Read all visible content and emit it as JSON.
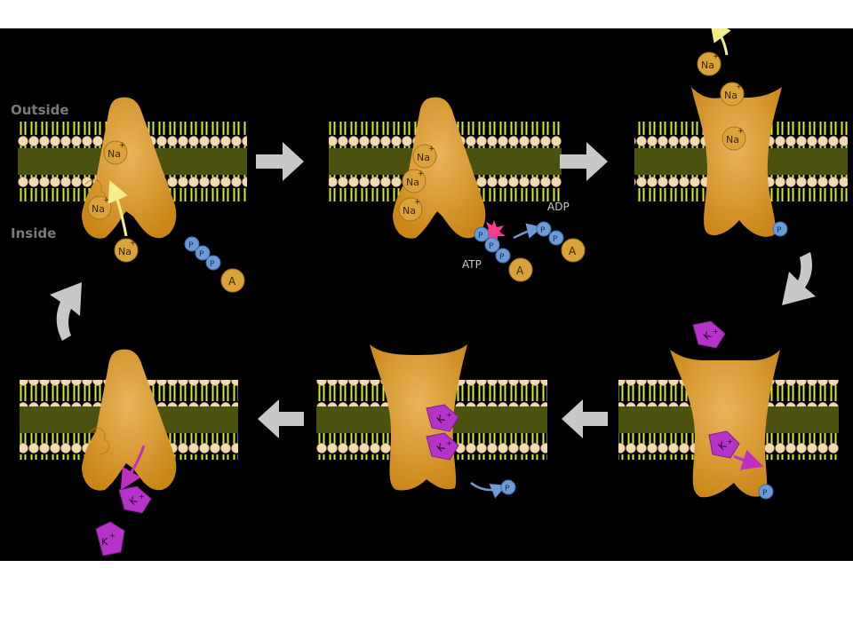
{
  "labels": {
    "outside": "Outside",
    "inside": "Inside",
    "atp": "ATP",
    "adp": "ADP"
  },
  "ions": {
    "na": "Na",
    "k": "K",
    "plus": "+",
    "p": "P",
    "a": "A"
  },
  "colors": {
    "background": "#000000",
    "protein": "#d9961f",
    "protein_light": "#eab45a",
    "lipid_tail": "#d8ea2c",
    "lipid_head": "#f3d9b0",
    "arrow": "#c8c8c8",
    "sodium": "#d9a33a",
    "potassium": "#b533c8",
    "phosphate": "#6d9bd6",
    "flash": "#ff3a8c",
    "na_arrow": "#f4ef8a",
    "k_arrow": "#c030c0"
  },
  "icons": {
    "step_arrow": "block-arrow-icon",
    "ion_motion": "curved-arrow-icon",
    "phosphorylation": "starburst-icon"
  }
}
